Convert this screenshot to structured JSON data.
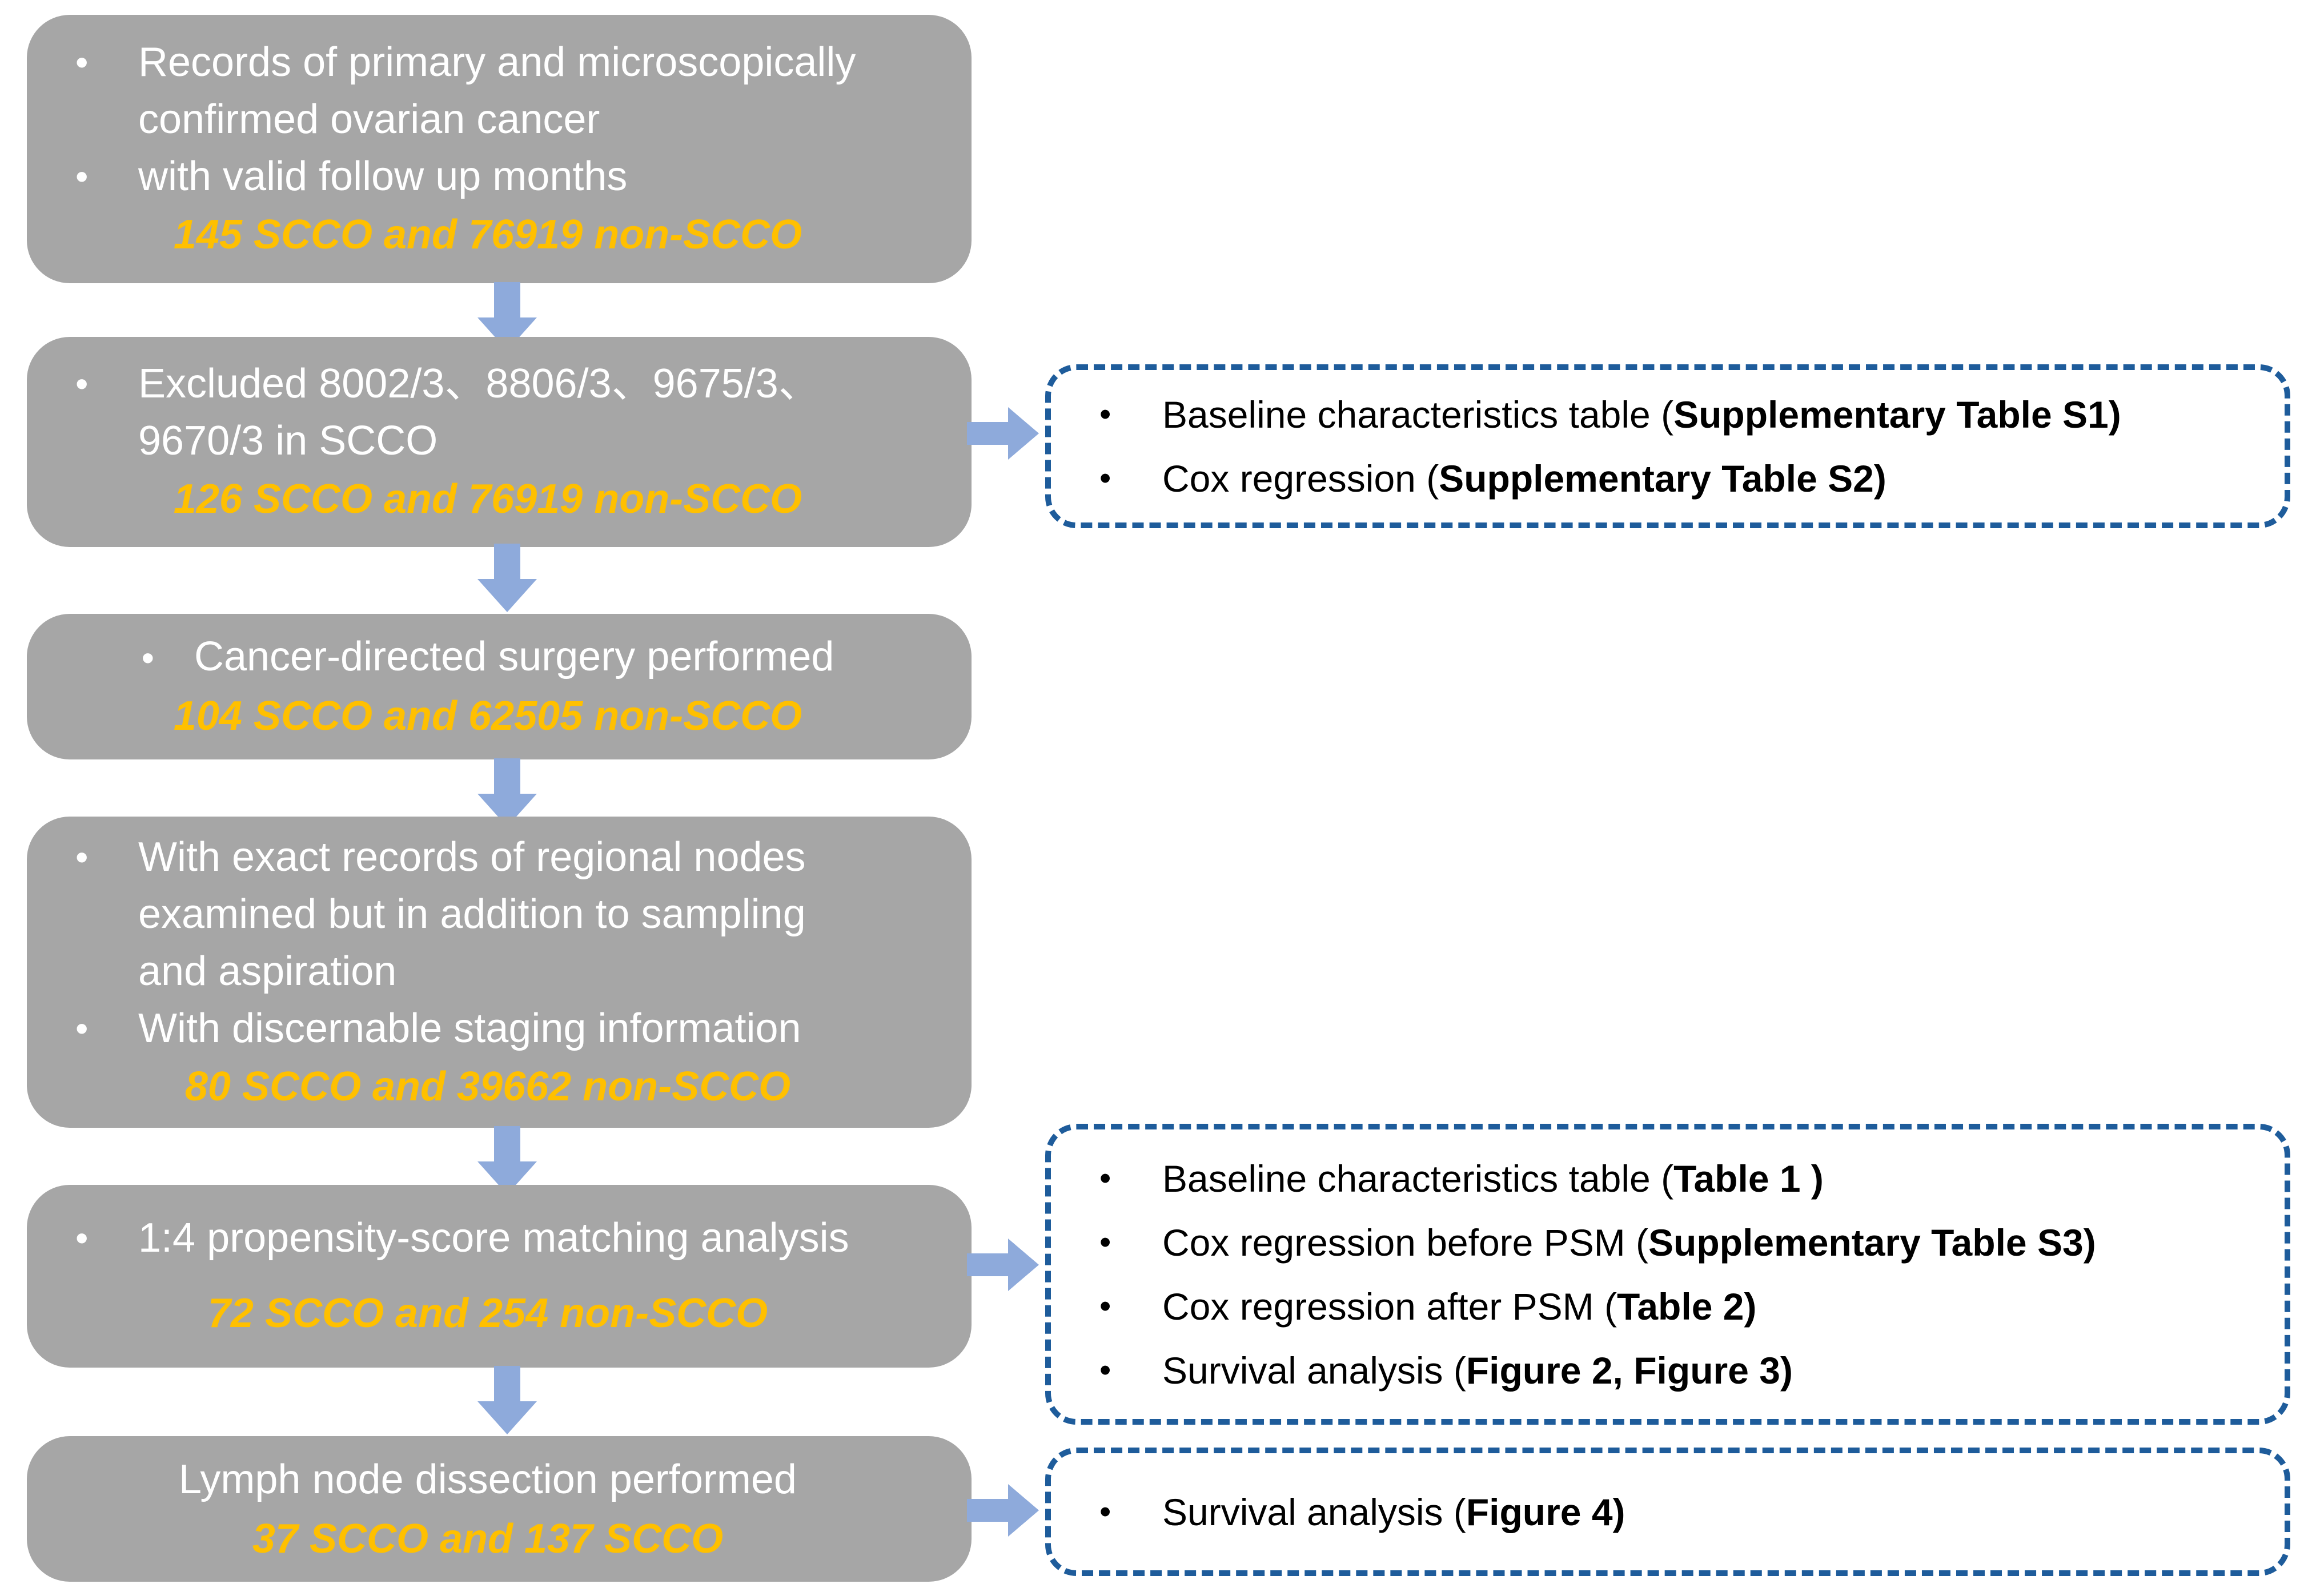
{
  "colors": {
    "flow_box_fill": "#a6a6a6",
    "flow_box_text": "#ffffff",
    "count_highlight": "#ffc000",
    "arrow_fill": "#8eaadb",
    "dashed_border": "#1e5c9b",
    "result_text": "#000000"
  },
  "flow_boxes": [
    {
      "bullets": [
        "Records  of primary and microscopically confirmed ovarian cancer",
        "with valid follow up months"
      ],
      "count_note": "145 SCCO and 76919 non-SCCO"
    },
    {
      "bullets": [
        "Excluded 8002/3、8806/3、9675/3、9670/3  in SCCO"
      ],
      "count_note": "126 SCCO  and 76919 non-SCCO"
    },
    {
      "bullets": [
        "Cancer-directed surgery performed"
      ],
      "count_note": "104 SCCO and 62505 non-SCCO"
    },
    {
      "bullets": [
        "With exact records of regional nodes examined but in addition to sampling and aspiration",
        "With discernable staging information"
      ],
      "count_note": "80 SCCO and 39662 non-SCCO"
    },
    {
      "bullets": [
        "1:4 propensity-score matching analysis"
      ],
      "count_note": "72 SCCO and 254 non-SCCO"
    },
    {
      "text": "Lymph node dissection performed",
      "count_note": "37 SCCO and 137 SCCO"
    }
  ],
  "result_boxes": [
    {
      "items": [
        {
          "prefix": "Baseline characteristics table (",
          "bold": "Supplementary Table S1)"
        },
        {
          "prefix": "Cox regression (",
          "bold": "Supplementary Table S2)"
        }
      ]
    },
    {
      "items": [
        {
          "prefix": "Baseline characteristics table (",
          "bold": "Table 1 )"
        },
        {
          "prefix": "Cox regression before PSM (",
          "bold": "Supplementary Table S3)"
        },
        {
          "prefix": "Cox regression after PSM (",
          "bold": "Table 2)"
        },
        {
          "prefix": "Survival analysis (",
          "bold": "Figure 2, Figure 3)"
        }
      ]
    },
    {
      "items": [
        {
          "prefix": "Survival analysis (",
          "bold": "Figure 4)"
        }
      ]
    }
  ]
}
